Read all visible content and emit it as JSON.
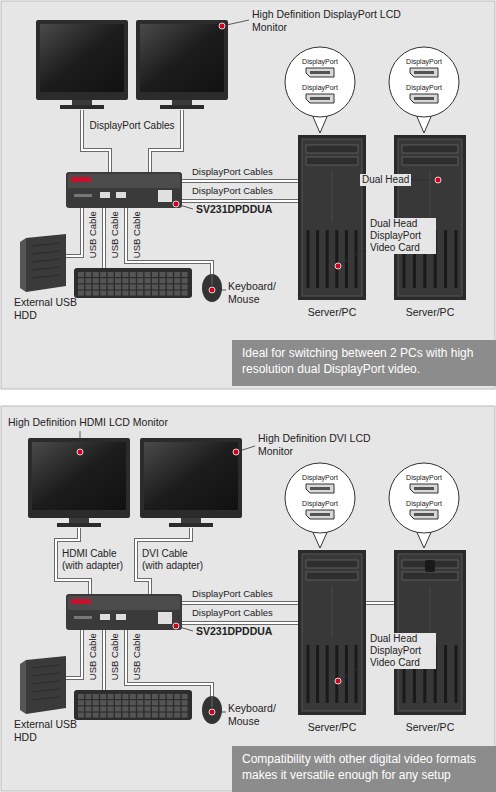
{
  "diagram": {
    "nodes": [
      {
        "text": [
          "DisplayPort",
          "DisplayPort"
        ]
      },
      {
        "text": [
          "DisplayPort",
          "DisplayPort"
        ]
      },
      {
        "text": [
          "Ideal for switching between 2 PCs with high resolution dual DisplayPort video."
        ]
      },
      {
        "text": [
          "DisplayPort",
          "DisplayPort"
        ]
      },
      {
        "text": [
          "DisplayPort",
          "DisplayPort"
        ]
      },
      {
        "text": [
          "Compatibility with other digital video formats makes it versatile enough for any setup"
        ]
      }
    ],
    "labels": [
      "High Definition DisplayPort LCD Monitor",
      "DisplayPort Cables",
      "DisplayPort Cables",
      "DisplayPort Cables",
      "Dual Head",
      "SV231DPDDUA",
      "USB Cable",
      "USB Cable",
      "USB Cable",
      "Dual Head DisplayPort Video Card",
      "Keyboard/ Mouse",
      "External USB HDD",
      "Server/PC",
      "Server/PC",
      "High Definition HDMI LCD Monitor",
      "High Definition DVI LCD Monitor",
      "HDMI Cable (with adapter)",
      "DVI Cable (with adapter)",
      "DisplayPort Cables",
      "DisplayPort Cables",
      "SV231DPDDUA",
      "USB Cable",
      "USB Cable",
      "USB Cable",
      "Dual Head DisplayPort Video Card",
      "Keyboard/ Mouse",
      "External USB HDD",
      "Server/PC",
      "Server/PC"
    ]
  }
}
